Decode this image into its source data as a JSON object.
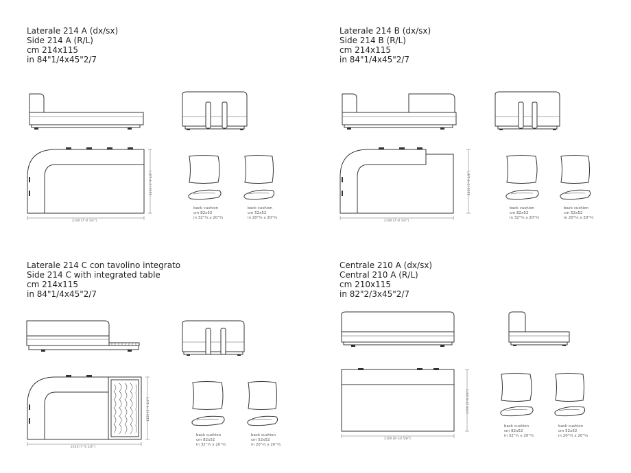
{
  "modules": [
    {
      "id": "laterale-214-a",
      "lines": [
        "Laterale 214 A (dx/sx)",
        "Side 214 A (R/L)",
        "cm 214x115",
        "in 84\"1/4x45\"2/7"
      ],
      "width_dim": "2140 [7'-0 1/4\"]",
      "depth_dim": "1150 [3'-9 1/4\"]",
      "cushions": [
        {
          "lines": [
            "back cushion",
            "cm 82x52",
            "in 32\"⅓ x 20\"⅔"
          ]
        },
        {
          "lines": [
            "back cushion",
            "cm 52x52",
            "in 20\"⅔ x 20\"⅔"
          ]
        }
      ]
    },
    {
      "id": "laterale-214-b",
      "lines": [
        "Laterale 214 B (dx/sx)",
        "Side 214 B (R/L)",
        "cm 214x115",
        "in 84\"1/4x45\"2/7"
      ],
      "width_dim": "2140 [7'-0 1/4\"]",
      "depth_dim": "1150 [3'-9 1/4\"]",
      "cushions": [
        {
          "lines": [
            "back cushion",
            "cm 82x52",
            "in 32\"⅓ x 20\"⅔"
          ]
        },
        {
          "lines": [
            "back cushion",
            "cm 52x52",
            "in 20\"⅔ x 20\"⅔"
          ]
        }
      ]
    },
    {
      "id": "laterale-214-c",
      "lines": [
        "Laterale 214 C con tavolino integrato",
        "Side 214 C with integrated table",
        "cm 214x115",
        "in 84\"1/4x45\"2/7"
      ],
      "width_dim": "2140 [7'-0 1/4\"]",
      "depth_dim": "1150 [3'-9 1/4\"]",
      "cushions": [
        {
          "lines": [
            "back cushion",
            "cm 82x52",
            "in 32\"⅓ x 20\"⅔"
          ]
        },
        {
          "lines": [
            "back cushion",
            "cm 52x52",
            "in 20\"⅔ x 20\"⅔"
          ]
        }
      ]
    },
    {
      "id": "centrale-210-a",
      "lines": [
        "Centrale 210 A (dx/sx)",
        "Central 210 A (R/L)",
        "cm 210x115",
        "in 82\"2/3x45\"2/7"
      ],
      "width_dim": "2100 [6'-10 5/8\"]",
      "depth_dim": "1150 [3'-9 1/4\"]",
      "cushions": [
        {
          "lines": [
            "back cushion",
            "cm 82x52",
            "in 32\"⅓ x 20\"⅔"
          ]
        },
        {
          "lines": [
            "back cushion",
            "cm 52x52",
            "in 20\"⅔ x 20\"⅔"
          ]
        }
      ]
    }
  ]
}
